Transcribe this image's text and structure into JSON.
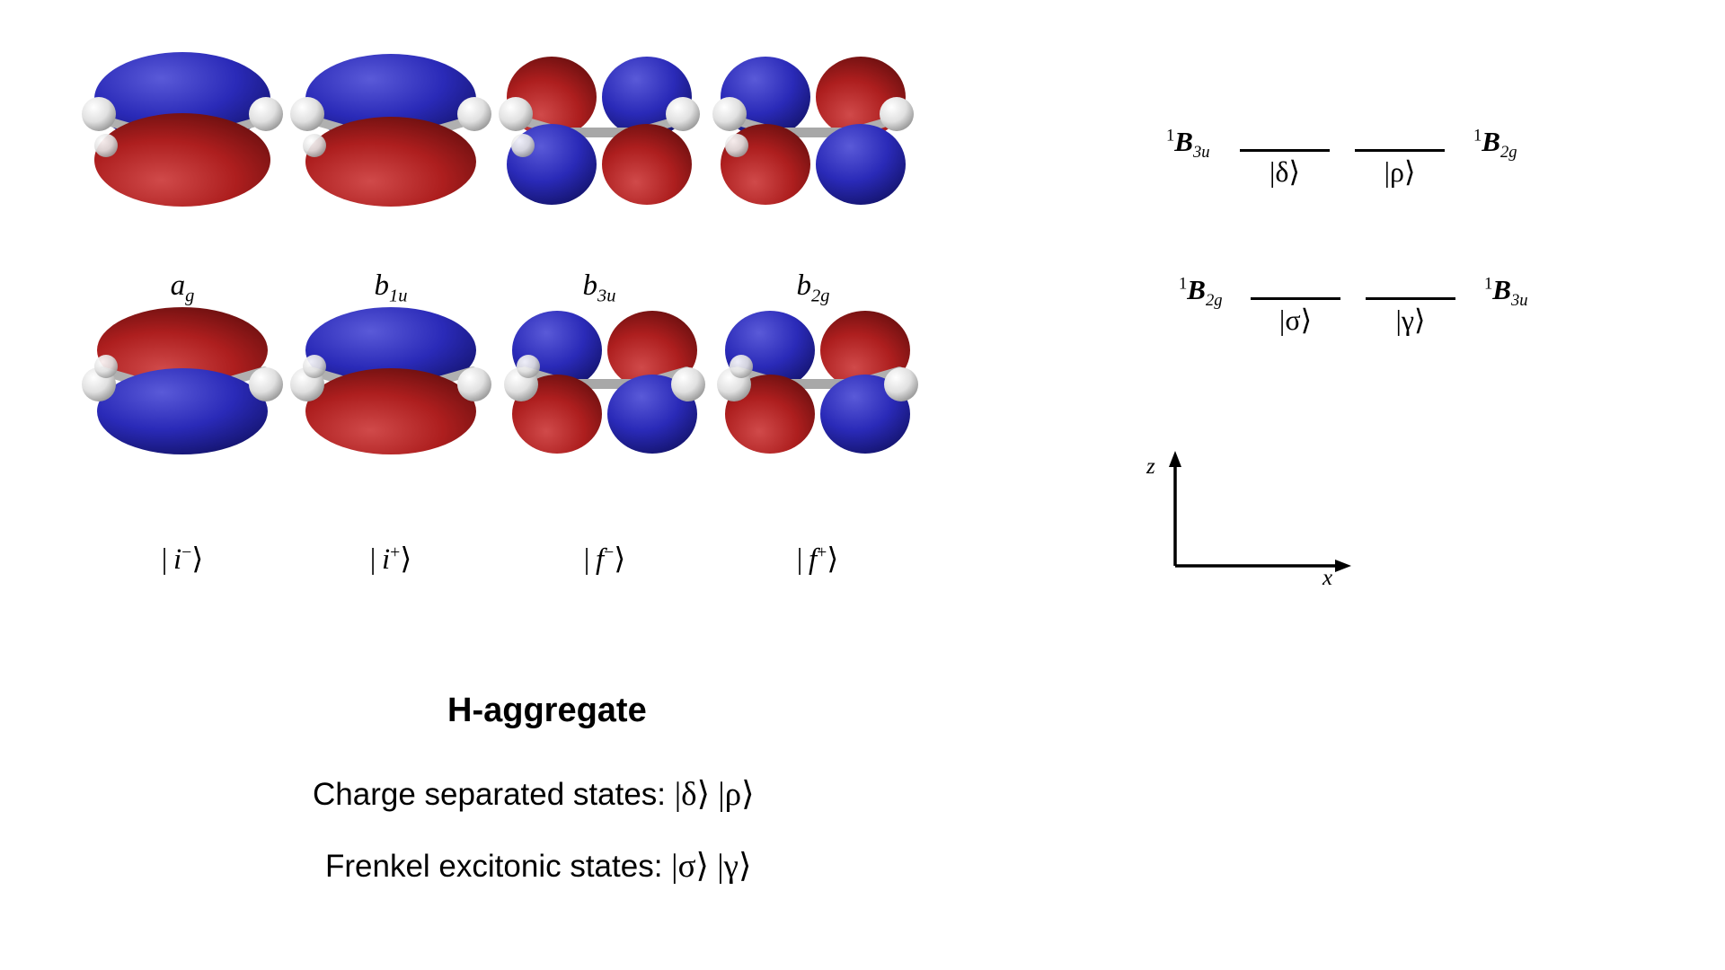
{
  "figure": {
    "background": "#ffffff",
    "lobe_positive_color": "#2222b4",
    "lobe_negative_color": "#a81c1c",
    "atom_hydrogen_color": "#e8e8e8",
    "bond_color": "#9a9a9a"
  },
  "orbital_row_1": [
    {
      "label": "a",
      "sub": "g",
      "name": "orbital-ag"
    },
    {
      "label": "b",
      "sub": "1u",
      "name": "orbital-b1u"
    },
    {
      "label": "b",
      "sub": "3u",
      "name": "orbital-b3u"
    },
    {
      "label": "b",
      "sub": "2g",
      "name": "orbital-b2g"
    }
  ],
  "orbital_row_2": [
    {
      "ket": "| i − ⟩",
      "letter": "i",
      "sign": "−",
      "name": "orbital-i-minus"
    },
    {
      "ket": "| i + ⟩",
      "letter": "i",
      "sign": "+",
      "name": "orbital-i-plus"
    },
    {
      "ket": "| f − ⟩",
      "letter": "f",
      "sign": "−",
      "name": "orbital-f-minus"
    },
    {
      "ket": "| f + ⟩",
      "letter": "f",
      "sign": "+",
      "name": "orbital-f-plus"
    }
  ],
  "energy_diagram": {
    "upper": {
      "left_term_letter": "B",
      "left_term_sub": "3u",
      "left_term_sup": "1",
      "left_ket": "|δ⟩",
      "right_ket": "|ρ⟩",
      "right_term_letter": "B",
      "right_term_sub": "2g",
      "right_term_sup": "1"
    },
    "lower": {
      "left_term_letter": "B",
      "left_term_sub": "2g",
      "left_term_sup": "1",
      "left_ket": "|σ⟩",
      "right_ket": "|γ⟩",
      "right_term_letter": "B",
      "right_term_sub": "3u",
      "right_term_sup": "1"
    }
  },
  "axes": {
    "vertical_label": "z",
    "horizontal_label": "x"
  },
  "caption": {
    "title": "H-aggregate",
    "rows": [
      {
        "text": "Charge separated states:",
        "kets": "|δ⟩  |ρ⟩"
      },
      {
        "text": "Frenkel excitonic states:",
        "kets": "|σ⟩  |γ⟩"
      }
    ]
  }
}
